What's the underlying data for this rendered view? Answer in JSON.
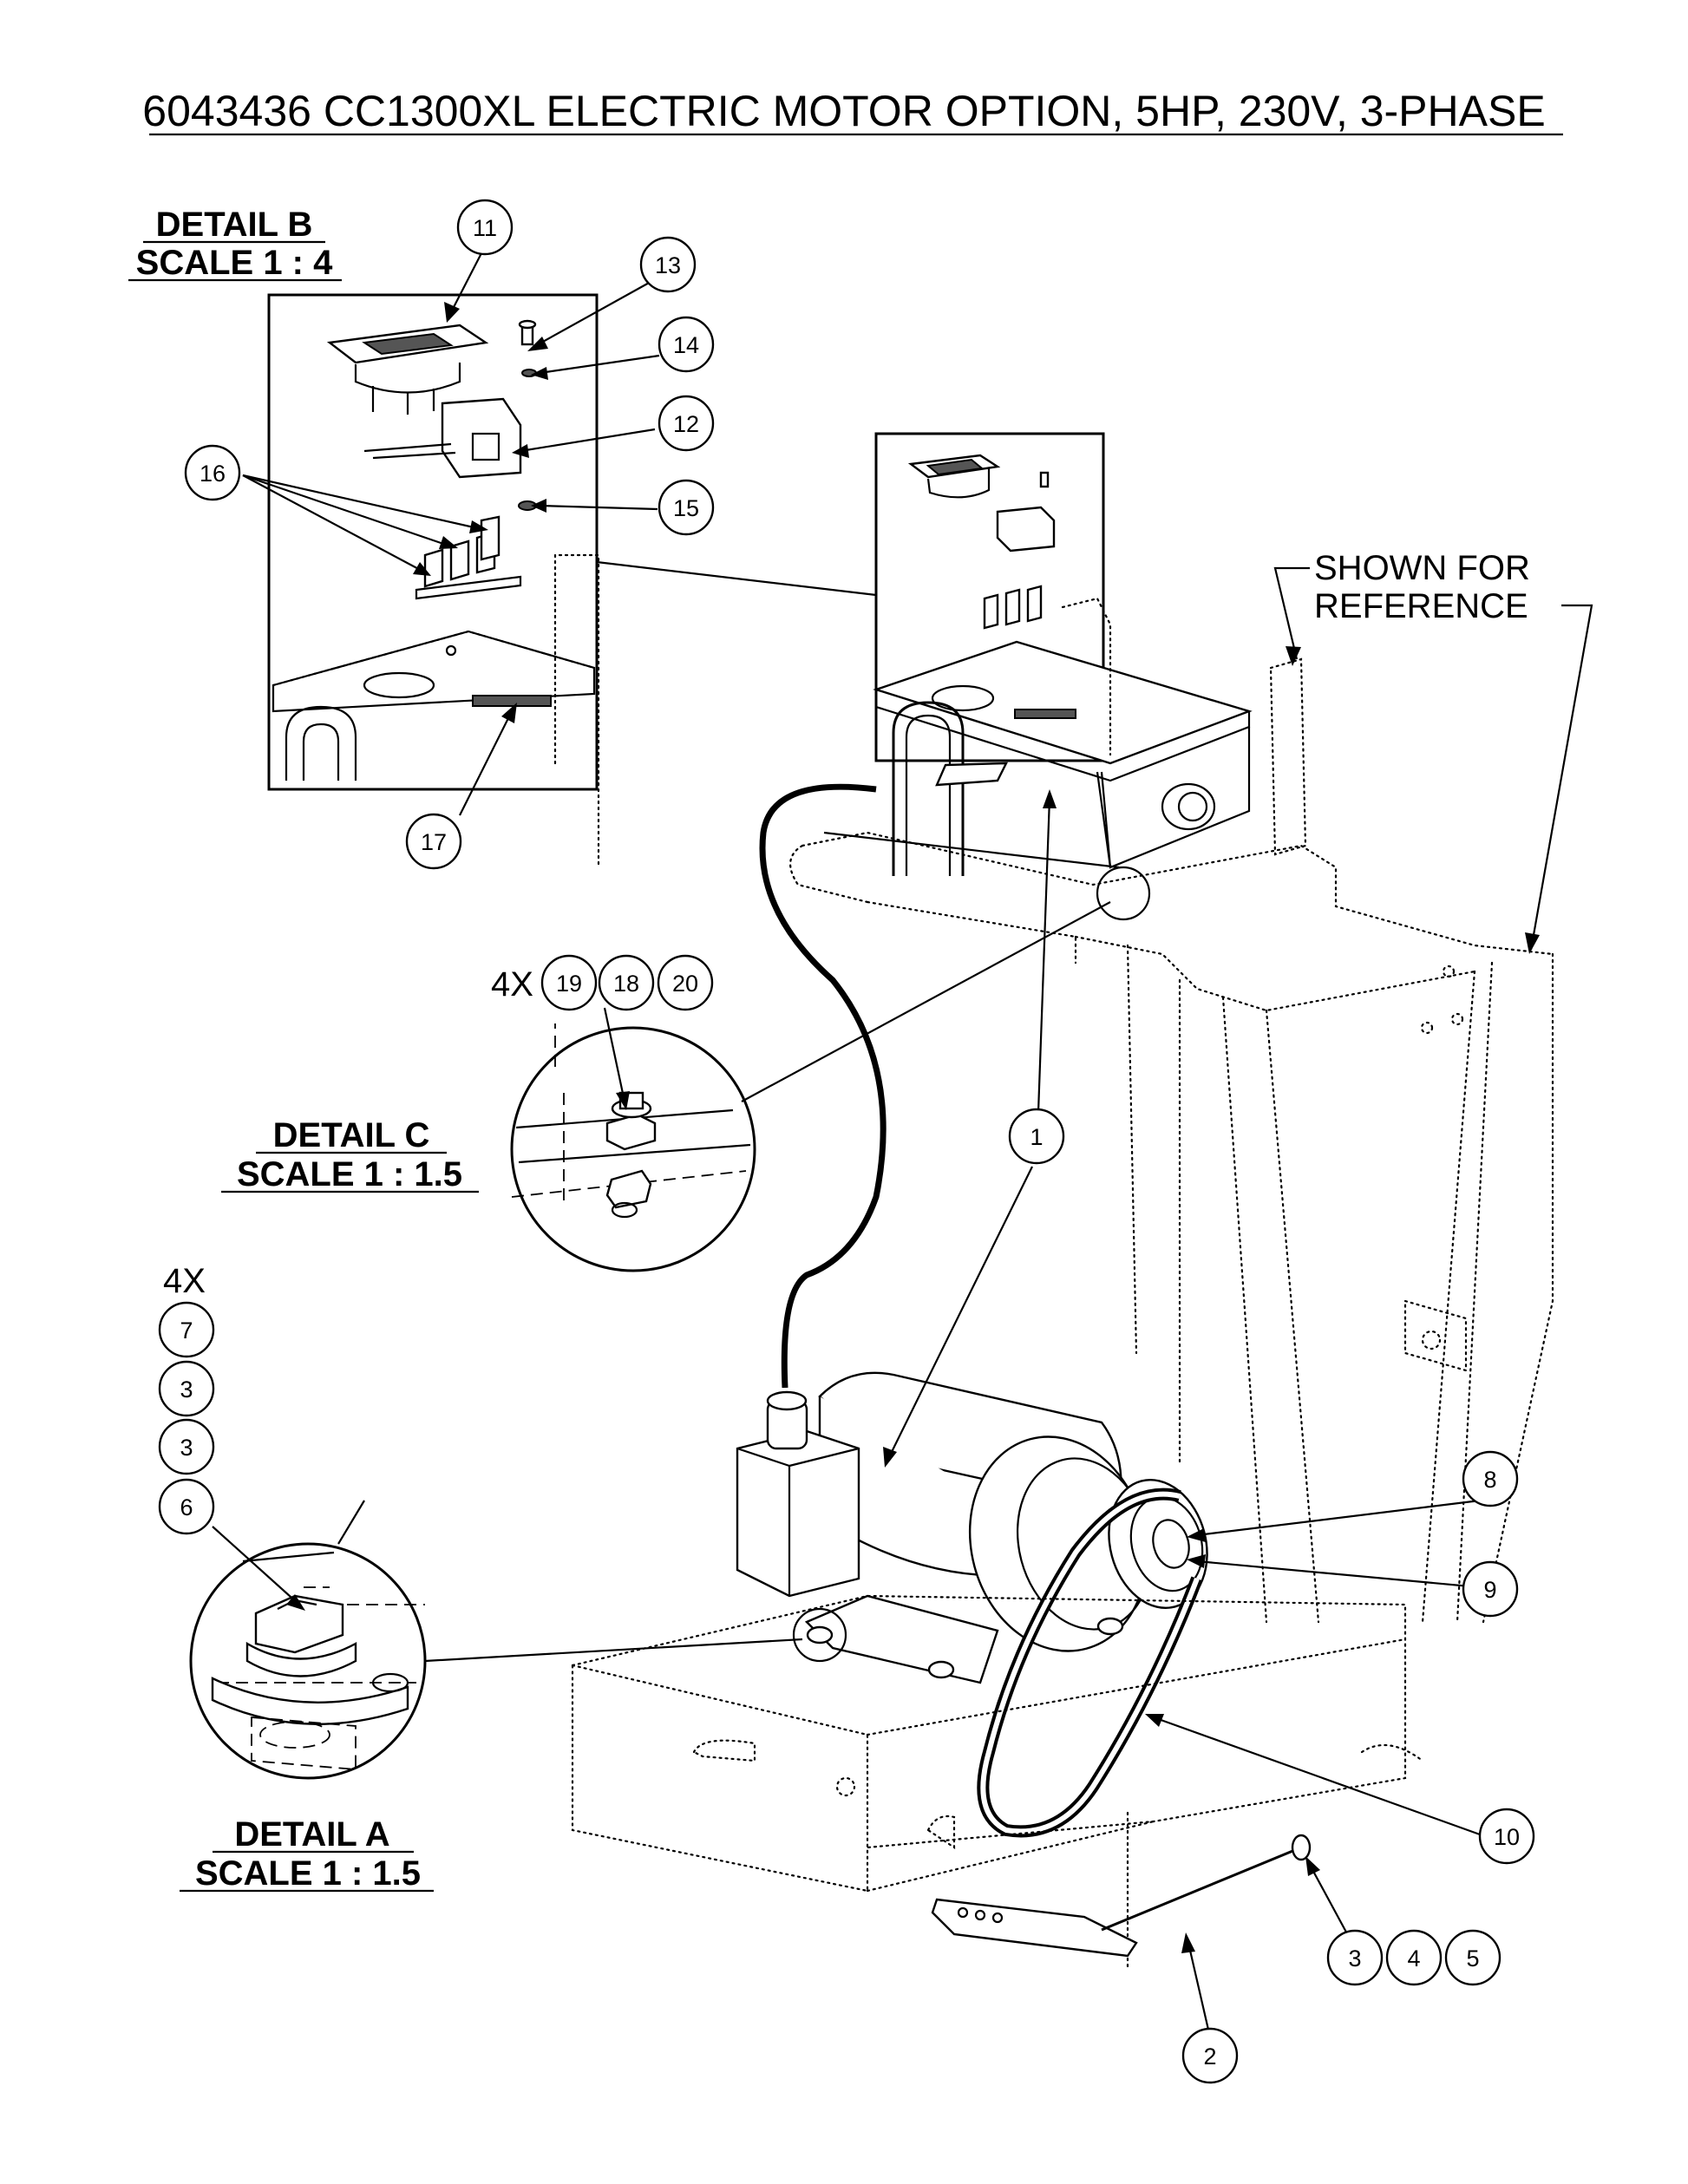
{
  "title": "6043436 CC1300XL ELECTRIC MOTOR OPTION, 5HP, 230V, 3-PHASE",
  "details": {
    "b": {
      "name": "DETAIL B",
      "scale": "SCALE 1 : 4"
    },
    "c": {
      "name": "DETAIL C",
      "scale": "SCALE 1 : 1.5"
    },
    "a": {
      "name": "DETAIL A",
      "scale": "SCALE 1 : 1.5"
    }
  },
  "reference_note": {
    "line1": "SHOWN FOR",
    "line2": "REFERENCE"
  },
  "quantities": {
    "detail_c": "4X",
    "detail_a": "4X"
  },
  "callouts": {
    "c11": "11",
    "c13": "13",
    "c14": "14",
    "c12": "12",
    "c15": "15",
    "c16": "16",
    "c17": "17",
    "c19": "19",
    "c18": "18",
    "c20": "20",
    "c1": "1",
    "c7": "7",
    "c3a": "3",
    "c3b": "3",
    "c6": "6",
    "c8": "8",
    "c9": "9",
    "c10": "10",
    "c3c": "3",
    "c4": "4",
    "c5": "5",
    "c2": "2"
  }
}
